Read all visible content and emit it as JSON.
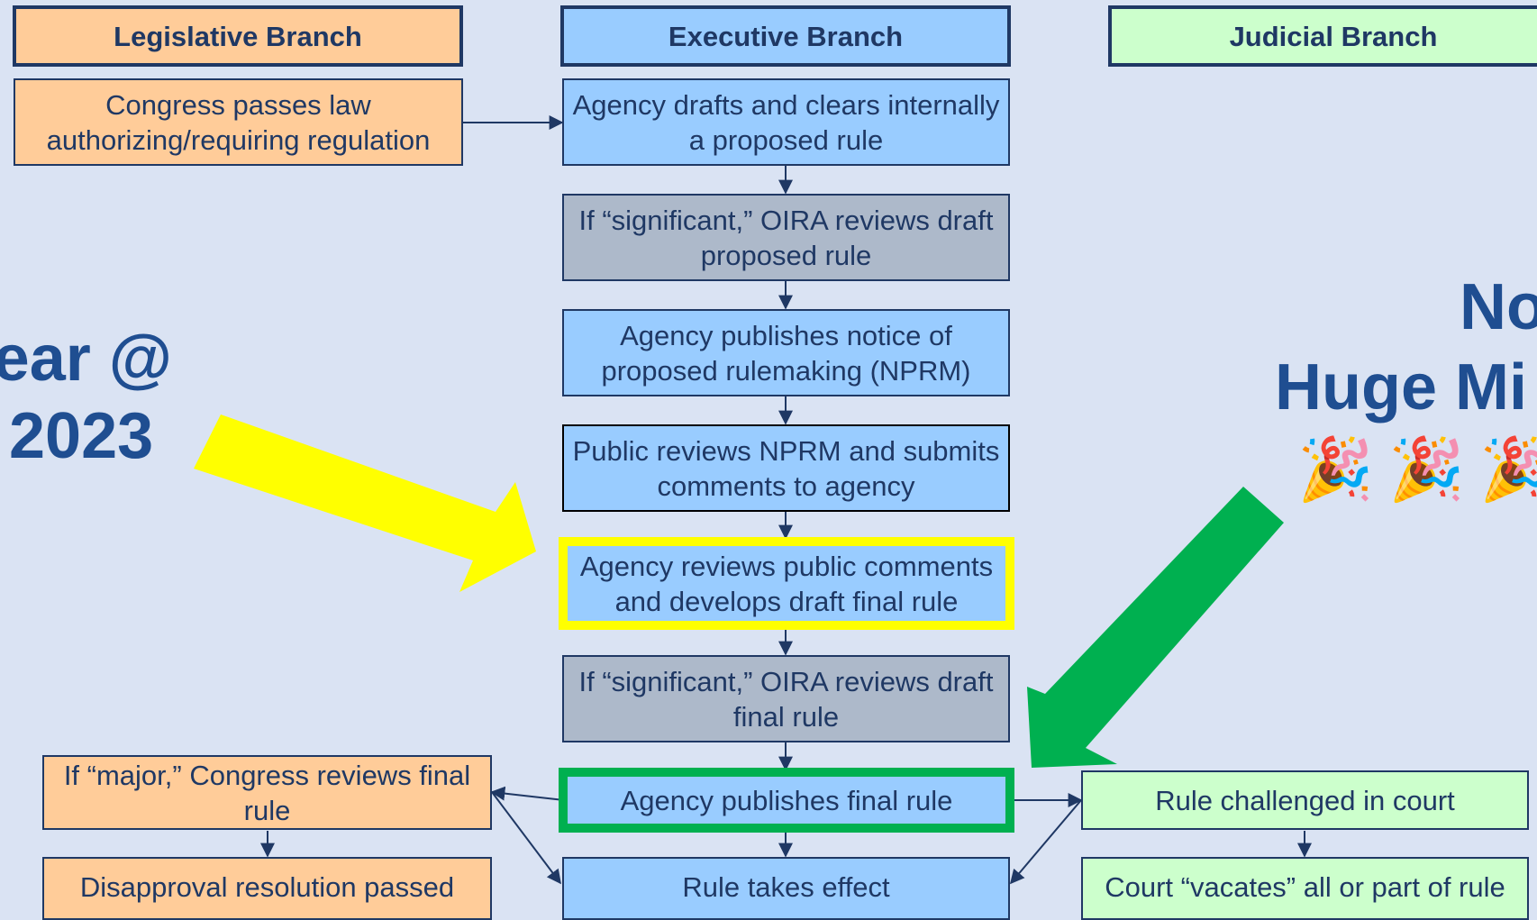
{
  "headers": {
    "legislative": "Legislative Branch",
    "executive": "Executive Branch",
    "judicial": "Judicial Branch"
  },
  "legislative": {
    "congress_passes": "Congress passes law authorizing/requiring regulation",
    "congress_reviews": "If “major,” Congress reviews final rule",
    "disapproval": "Disapproval resolution passed"
  },
  "executive": {
    "drafts": "Agency drafts and clears internally a proposed rule",
    "oira_proposed": "If “significant,” OIRA reviews draft proposed rule",
    "nprm": "Agency publishes notice of proposed rulemaking (NPRM)",
    "public_reviews": "Public reviews NPRM and submits comments to agency",
    "agency_reviews": "Agency reviews public comments and develops draft final rule",
    "oira_final": "If “significant,” OIRA reviews draft final rule",
    "publishes_final": "Agency publishes final rule",
    "takes_effect": "Rule takes effect"
  },
  "judicial": {
    "challenged": "Rule  challenged in court",
    "vacates": "Court “vacates” all or part of rule"
  },
  "annotations": {
    "left_line1": "ear @",
    "left_line2": "2023",
    "right_line1": "No",
    "right_line2": "Huge Mi",
    "party_icons": [
      "🎉",
      "🎉",
      "🎉"
    ]
  },
  "colors": {
    "legislative": "#ffcc99",
    "executive": "#99ccff",
    "oira": "#adb9ca",
    "judicial": "#ccffcc",
    "highlight_yellow": "#ffff00",
    "highlight_green": "#00b050",
    "text": "#1f3864",
    "background": "#dae3f3"
  }
}
